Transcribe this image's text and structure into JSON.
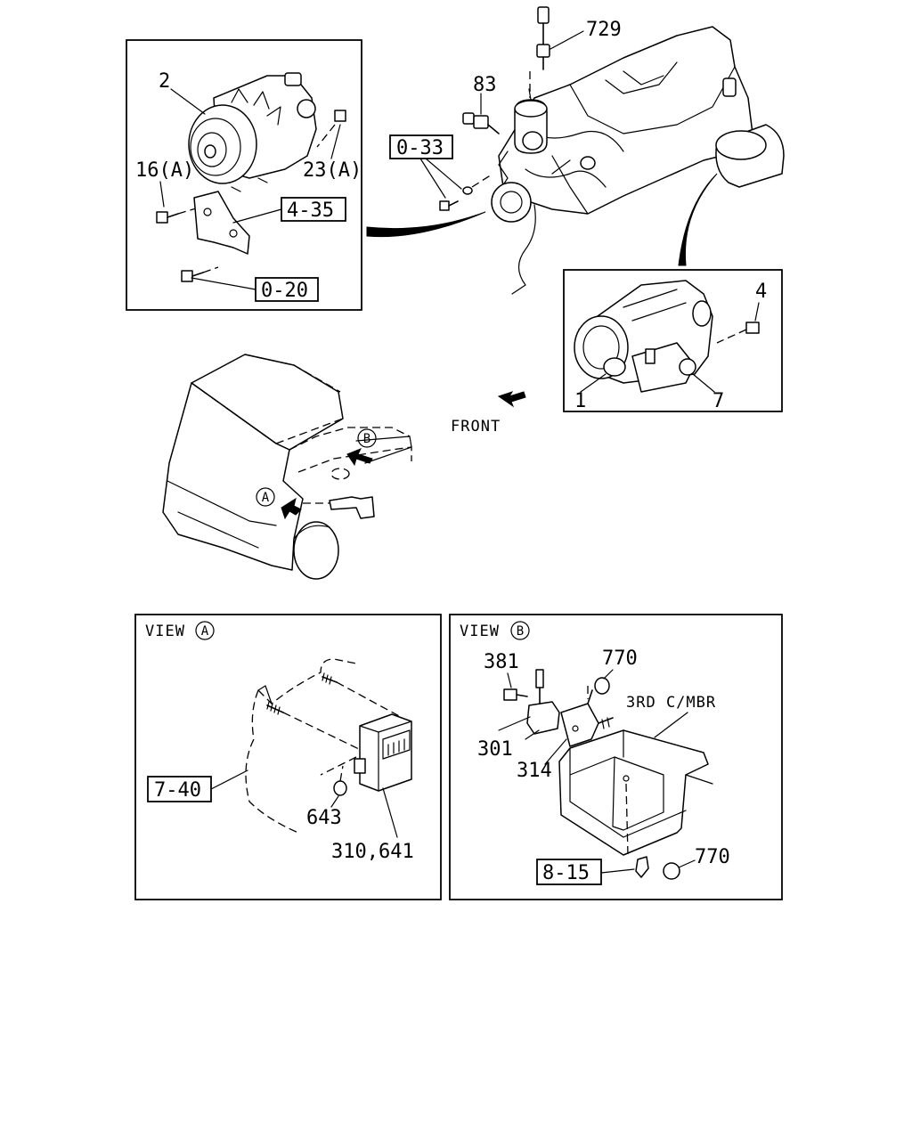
{
  "labels": {
    "p729": "729",
    "p83": "83",
    "p2": "2",
    "p16a": "16(A)",
    "p23a": "23(A)",
    "p4": "4",
    "p1": "1",
    "p7": "7",
    "front": "FRONT",
    "p381": "381",
    "p770a": "770",
    "p3rd": "3RD C/MBR",
    "p301": "301",
    "p314": "314",
    "p770b": "770",
    "p643": "643",
    "p310": "310,641"
  },
  "refs": {
    "r033": "0-33",
    "r435": "4-35",
    "r020": "0-20",
    "r740": "7-40",
    "r815": "8-15"
  },
  "views": {
    "a_title": "VIEW",
    "a_letter": "A",
    "b_title": "VIEW",
    "b_letter": "B"
  },
  "callouts": {
    "a": "A",
    "b": "B"
  }
}
